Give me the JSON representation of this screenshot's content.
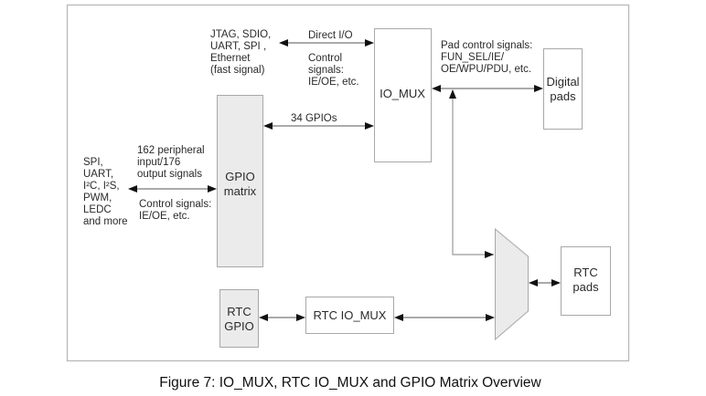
{
  "figure": {
    "caption": "Figure 7: IO_MUX, RTC IO_MUX and GPIO Matrix Overview"
  },
  "blocks": {
    "io_mux": "IO_MUX",
    "gpio_matrix": [
      "GPIO",
      "matrix"
    ],
    "digital_pads": [
      "Digital",
      "pads"
    ],
    "rtc_gpio": [
      "RTC",
      "GPIO"
    ],
    "rtc_io_mux": "RTC IO_MUX",
    "rtc_pads": [
      "RTC",
      "pads"
    ]
  },
  "labels": {
    "fast_peripherals": [
      "JTAG, SDIO,",
      "UART, SPI ,",
      "Ethernet",
      "(fast signal)"
    ],
    "direct_io": "Direct I/O",
    "direct_io_control": [
      "Control",
      "signals:",
      "IE/OE, etc."
    ],
    "gpios_34": "34 GPIOs",
    "pad_control": [
      "Pad control signals:",
      "FUN_SEL/IE/",
      "OE/WPU/PDU, etc."
    ],
    "peripherals": [
      "SPI,",
      "UART,",
      "I²C, I²S,",
      "PWM,",
      "LEDC",
      "and more"
    ],
    "peripheral_signals": [
      "162 peripheral",
      "input/176",
      "output signals"
    ],
    "matrix_control": [
      "Control signals:",
      "IE/OE, etc."
    ]
  },
  "colors": {
    "frame": "#b5b5b5",
    "box_stroke": "#a8a8a8",
    "shaded_fill": "#ebebeb",
    "arrow": "#111111",
    "line": "#555555"
  }
}
